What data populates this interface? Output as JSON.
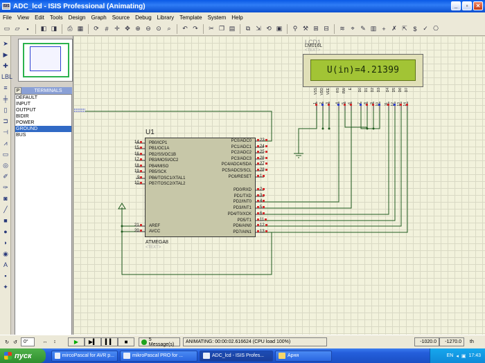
{
  "window": {
    "title": "ADC_lcd - ISIS Professional (Animating)",
    "app_icon": "ISIS"
  },
  "menu": [
    "File",
    "View",
    "Edit",
    "Tools",
    "Design",
    "Graph",
    "Source",
    "Debug",
    "Library",
    "Template",
    "System",
    "Help"
  ],
  "toolbar_icons": [
    "new-file-icon",
    "open-icon",
    "save-icon",
    "import-icon",
    "export-icon",
    "print-icon",
    "area-icon",
    "refresh-icon",
    "grid-icon",
    "origin-icon",
    "pan-icon",
    "zoom-in-icon",
    "zoom-out-icon",
    "zoom-all-icon",
    "zoom-area-icon",
    "undo-icon",
    "redo-icon",
    "cut-icon",
    "copy-icon",
    "paste-icon",
    "block-copy-icon",
    "block-move-icon",
    "block-rotate-icon",
    "block-delete-icon",
    "pick-device-icon",
    "make-device-icon",
    "packaging-icon",
    "decompose-icon",
    "wire-autorouter-icon",
    "search-icon",
    "property-tool-icon",
    "design-explorer-icon",
    "new-sheet-icon",
    "remove-sheet-icon",
    "zoom-child-icon",
    "bom-icon",
    "erc-icon",
    "netlist-icon"
  ],
  "device_selector": {
    "pick_button": "P",
    "header": "TERMINALS",
    "items": [
      "DEFAULT",
      "INPUT",
      "OUTPUT",
      "BIDIR",
      "POWER",
      "GROUND",
      "BUS"
    ],
    "selected": "GROUND"
  },
  "lcd": {
    "ref": "LCD1",
    "model": "LM016L",
    "text_placeholder": "<TEXT>",
    "display": "U(in)=4.21399",
    "pin_names": [
      "VSS",
      "VDD",
      "VEE",
      "RS",
      "RW",
      "E",
      "D0",
      "D1",
      "D2",
      "D3",
      "D4",
      "D5",
      "D6",
      "D7"
    ],
    "pin_numbers": [
      "1",
      "2",
      "3",
      "4",
      "5",
      "6",
      "7",
      "8",
      "9",
      "10",
      "11",
      "12",
      "13",
      "14"
    ]
  },
  "mcu": {
    "ref": "U1",
    "part": "ATMEGA8",
    "text_placeholder": "<TEXT>",
    "left_pins": [
      {
        "num": "14",
        "name": "PB0/ICP1"
      },
      {
        "num": "15",
        "name": "PB1/OC1A"
      },
      {
        "num": "16",
        "name": "PB2/SS/OC1B"
      },
      {
        "num": "17",
        "name": "PB3/MOSI/OC2"
      },
      {
        "num": "18",
        "name": "PB4/MISO"
      },
      {
        "num": "19",
        "name": "PB5/SCK"
      },
      {
        "num": "9",
        "name": "PB6/TOSC1/XTAL1"
      },
      {
        "num": "10",
        "name": "PB7/TOSC2/XTAL2"
      },
      {
        "num": "21",
        "name": "AREF"
      },
      {
        "num": "20",
        "name": "AVCC"
      }
    ],
    "right_pins": [
      {
        "num": "23",
        "name": "PC0/ADC0"
      },
      {
        "num": "24",
        "name": "PC1/ADC1"
      },
      {
        "num": "25",
        "name": "PC2/ADC2"
      },
      {
        "num": "26",
        "name": "PC3/ADC3"
      },
      {
        "num": "27",
        "name": "PC4/ADC4/SDA"
      },
      {
        "num": "28",
        "name": "PC5/ADC5/SCL"
      },
      {
        "num": "1",
        "name": "PC6/RESET"
      },
      {
        "num": "2",
        "name": "PD0/RXD"
      },
      {
        "num": "3",
        "name": "PD1/TXD"
      },
      {
        "num": "4",
        "name": "PD2/INT0"
      },
      {
        "num": "5",
        "name": "PD3/INT1"
      },
      {
        "num": "6",
        "name": "PD4/T0/XCK"
      },
      {
        "num": "11",
        "name": "PD5/T1"
      },
      {
        "num": "12",
        "name": "PD6/AIN0"
      },
      {
        "num": "13",
        "name": "PD7/AIN1"
      }
    ]
  },
  "status": {
    "rotation": "0°",
    "messages": "5 Message(s)",
    "animating": "ANIMATING: 00:00:02.616624 (CPU load 100%)",
    "coord_x": "-1020.0",
    "coord_y": "-1270.0",
    "units": "th"
  },
  "taskbar": {
    "start": "пуск",
    "buttons": [
      {
        "label": "mircoPascal for AVR p...",
        "active": false
      },
      {
        "label": "mikroPascal PRO for ...",
        "active": false
      },
      {
        "label": "ADC_lcd - ISIS Profes...",
        "active": true
      },
      {
        "label": "Арня",
        "active": false
      }
    ],
    "lang": "EN",
    "time": "17:43"
  },
  "colors": {
    "lcd_screen": "#a2c435",
    "wire": "#1e5a1e",
    "canvas": "#f2f2dc",
    "mcu_body": "#c7c7a8",
    "selection": "#316ac5"
  }
}
